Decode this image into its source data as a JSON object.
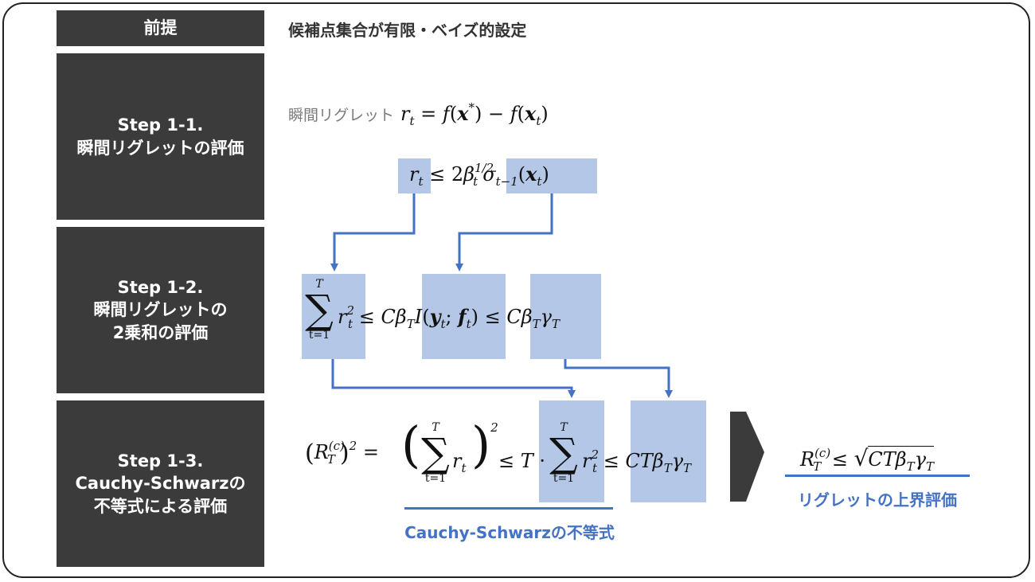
{
  "steps": {
    "premise": "前提",
    "step11": "Step 1-1.\n瞬間リグレットの評価",
    "step12": "Step 1-2.\n瞬間リグレットの\n2乗和の評価",
    "step13": "Step 1-3.\nCauchy-Schwarzの\n不等式による評価"
  },
  "premise_text": "候補点集合が有限・ベイズ的設定",
  "step11": {
    "prefix": "瞬間リグレット",
    "eq": "r_t = f(x*) − f(x_t)"
  },
  "step11b": {
    "lhs": "r_t",
    "rhs": "≤ 2β_t^{1/2} σ_{t−1}(x_t)"
  },
  "step12": {
    "sum_upper": "T",
    "sum_lower": "t=1",
    "term": "r_t^2",
    "mid": "≤ Cβ_T I(y_t; f_t)",
    "rhs": "≤ Cβ_T γ_T"
  },
  "step13": {
    "lhs": "(R_T^{(c)})^2",
    "sum_upper": "T",
    "sum_lower": "t=1",
    "mid": "≤ T ·",
    "rhs": "≤ CTβ_T γ_T",
    "label": "Cauchy-Schwarzの不等式"
  },
  "result": {
    "eq": "R_T^{(c)} ≤ √(CTβ_T γ_T)",
    "label": "リグレットの上界評価"
  },
  "colors": {
    "label_bg": "#3b3b3b",
    "highlight": "#b4c7e7",
    "accent": "#4472c4"
  }
}
